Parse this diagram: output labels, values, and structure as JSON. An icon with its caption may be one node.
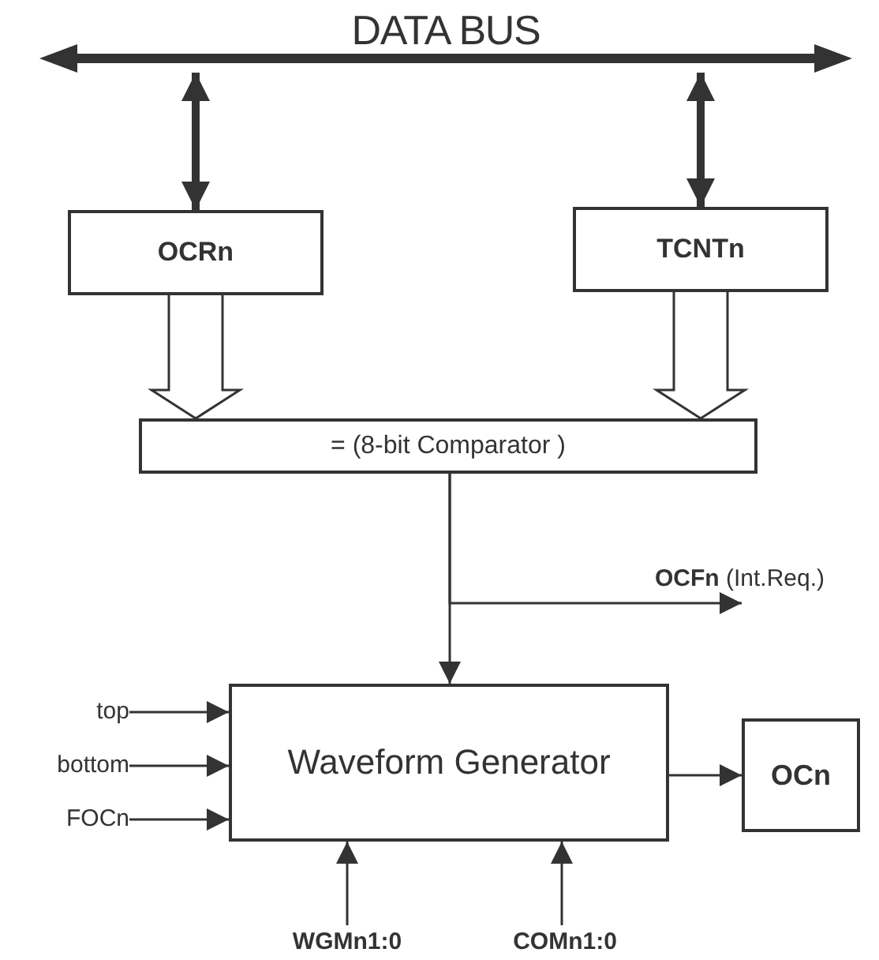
{
  "diagram": {
    "nodes": [
      {
        "text": [
          "DATA BUS"
        ]
      },
      {
        "text": [
          "OCRn"
        ]
      },
      {
        "text": [
          "TCNTn"
        ]
      },
      {
        "text": [
          "= (8-bit Comparator )"
        ]
      },
      {
        "text": [
          "Waveform Generator"
        ]
      },
      {
        "text": [
          "OCn"
        ]
      },
      {
        "text": [
          "**OCFn** (Int.Req.)"
        ]
      },
      {
        "text": [
          "top"
        ]
      },
      {
        "text": [
          "bottom"
        ]
      },
      {
        "text": [
          "FOCn"
        ]
      },
      {
        "text": [
          "WGMn1:0"
        ]
      },
      {
        "text": [
          "COMn1:0"
        ]
      }
    ],
    "edges": [
      {
        "from": 0,
        "to": 1,
        "arrow": "both",
        "style": "thick"
      },
      {
        "from": 0,
        "to": 2,
        "arrow": "both",
        "style": "thick"
      },
      {
        "from": 1,
        "to": 3,
        "arrow": "to",
        "style": "thick"
      },
      {
        "from": 2,
        "to": 3,
        "arrow": "to",
        "style": "thick"
      },
      {
        "from": 3,
        "to": 4,
        "arrow": "to"
      },
      {
        "from": 3,
        "to": 6,
        "arrow": "to"
      },
      {
        "from": 4,
        "to": 5,
        "arrow": "to"
      },
      {
        "from": 7,
        "to": 4,
        "arrow": "to"
      },
      {
        "from": 8,
        "to": 4,
        "arrow": "to"
      },
      {
        "from": 9,
        "to": 4,
        "arrow": "to"
      },
      {
        "from": 10,
        "to": 4,
        "arrow": "to"
      },
      {
        "from": 11,
        "to": 4,
        "arrow": "to"
      }
    ]
  }
}
